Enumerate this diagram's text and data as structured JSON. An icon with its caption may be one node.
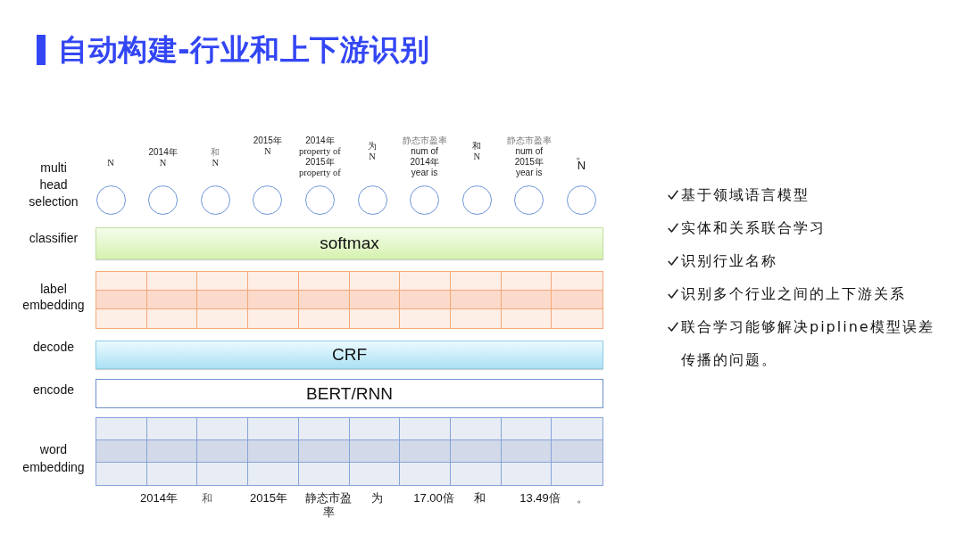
{
  "diagram": {
    "title": "自动构建-行业和上下游识别",
    "nodes": [
      {
        "text": [],
        "shape": "circle",
        "beside": [
          "N"
        ]
      },
      {
        "text": [],
        "shape": "circle",
        "beside": [
          "2014年",
          "N"
        ]
      },
      {
        "text": [],
        "shape": "circle",
        "beside": [
          "和",
          "N"
        ]
      },
      {
        "text": [],
        "shape": "circle",
        "beside": [
          "2015年",
          "N"
        ]
      },
      {
        "text": [],
        "shape": "circle",
        "beside": [
          "2014年",
          "property of",
          "2015年",
          "property of"
        ]
      },
      {
        "text": [],
        "shape": "circle",
        "beside": [
          "为",
          "N"
        ]
      },
      {
        "text": [],
        "shape": "circle",
        "beside": [
          "静态市盈率",
          "num of",
          "2014年",
          "year is"
        ]
      },
      {
        "text": [],
        "shape": "circle",
        "beside": [
          "和",
          "N"
        ]
      },
      {
        "text": [],
        "shape": "circle",
        "beside": [
          "静态市盈率",
          "num of",
          "2015年",
          "year is"
        ]
      },
      {
        "text": [],
        "shape": "circle",
        "beside": [
          "。",
          "N"
        ]
      },
      {
        "text": [
          "softmax"
        ],
        "beside": [
          "classifier"
        ]
      },
      {
        "text": [],
        "shape": "box",
        "beside": [
          "label embedding"
        ]
      },
      {
        "text": [
          "CRF"
        ],
        "beside": [
          "decode"
        ]
      },
      {
        "text": [
          "BERT/RNN"
        ],
        "beside": [
          "encode"
        ]
      },
      {
        "text": [],
        "shape": "box",
        "beside": [
          "word embedding",
          "2014年",
          "和",
          "2015年",
          "静态市盈率",
          "为",
          "17.00倍",
          "和",
          "13.49倍",
          "。"
        ]
      }
    ],
    "labels": [
      "multi head selection",
      "基于领域语言模型",
      "实体和关系联合学习",
      "识别行业名称",
      "识别多个行业之间的上下游关系",
      "联合学习能够解决pipline模型误差传播的问题。"
    ]
  }
}
